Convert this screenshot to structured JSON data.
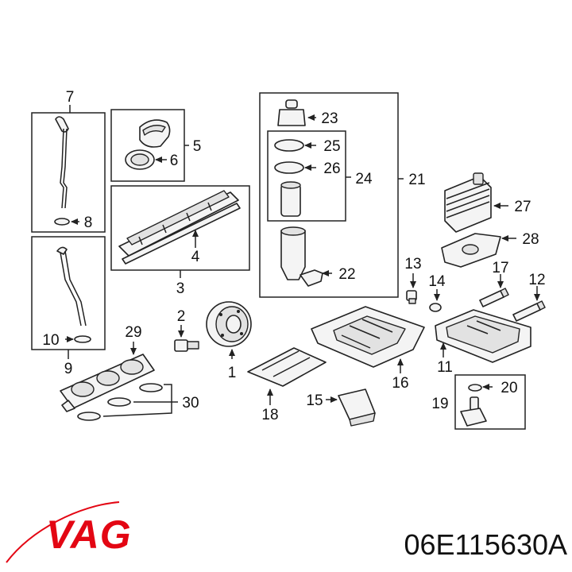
{
  "brand": {
    "logo_text": "VAG",
    "logo_color": "#e30613"
  },
  "part_number": "06E115630A",
  "callouts": {
    "c1": "1",
    "c2": "2",
    "c3": "3",
    "c4": "4",
    "c5": "5",
    "c6": "6",
    "c7": "7",
    "c8": "8",
    "c9": "9",
    "c10": "10",
    "c11": "11",
    "c12": "12",
    "c13": "13",
    "c14": "14",
    "c15": "15",
    "c16": "16",
    "c17": "17",
    "c18": "18",
    "c19": "19",
    "c20": "20",
    "c21": "21",
    "c22": "22",
    "c23": "23",
    "c24": "24",
    "c25": "25",
    "c26": "26",
    "c27": "27",
    "c28": "28",
    "c29": "29",
    "c30": "30"
  }
}
